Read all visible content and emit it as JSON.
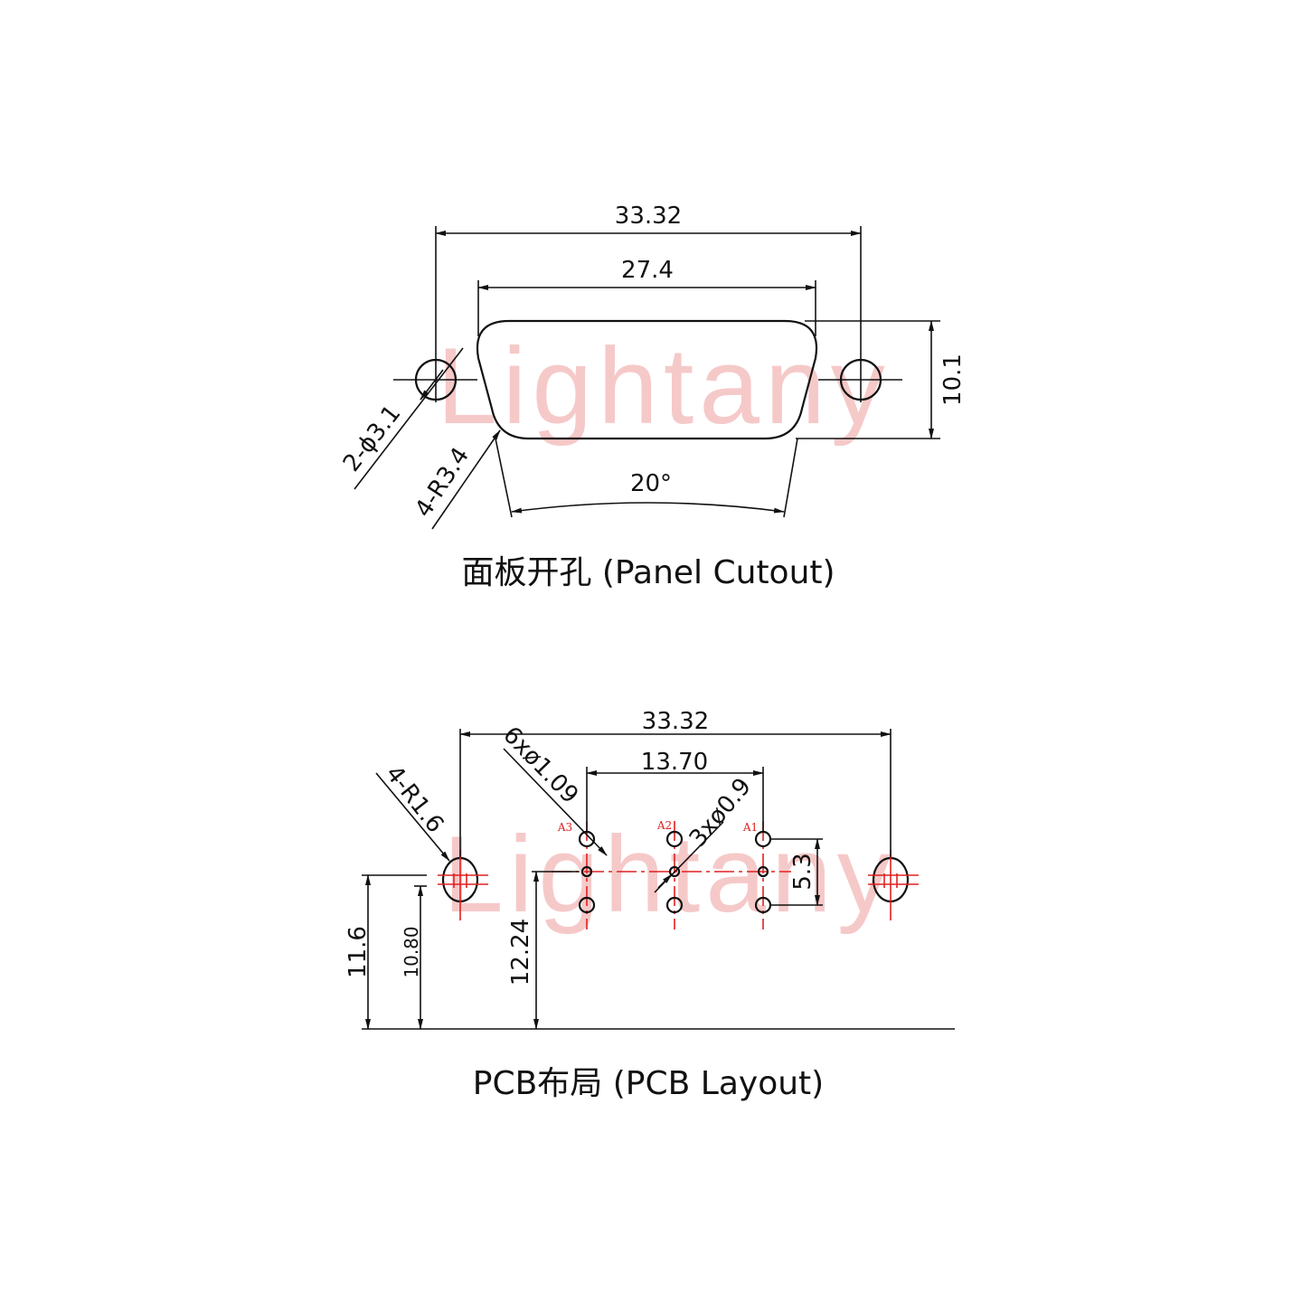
{
  "watermark": "Lightany",
  "colors": {
    "centerline": "#e02020",
    "watermark": "#f6c9c9",
    "ink": "#111111"
  },
  "panel_cutout": {
    "title": "面板开孔 (Panel Cutout)",
    "dim_overall_width": "33.32",
    "dim_cutout_width": "27.4",
    "dim_height": "10.1",
    "dim_hole": "2-ϕ3.1",
    "dim_corner_radius": "4-R3.4",
    "dim_angle": "20°"
  },
  "pcb_layout": {
    "title": "PCB布局 (PCB Layout)",
    "dim_overall_width": "33.32",
    "dim_pin_span": "13.70",
    "dim_small_holes": "6xø1.09",
    "dim_pin_holes": "3xø0.9",
    "dim_corner_radius": "4-R1.6",
    "dim_row_pitch": "5.3",
    "dim_height_mount": "11.6",
    "dim_height_center": "10.80",
    "dim_height_pins": "12.24",
    "pin_labels": [
      "A3",
      "A2",
      "A1"
    ]
  }
}
